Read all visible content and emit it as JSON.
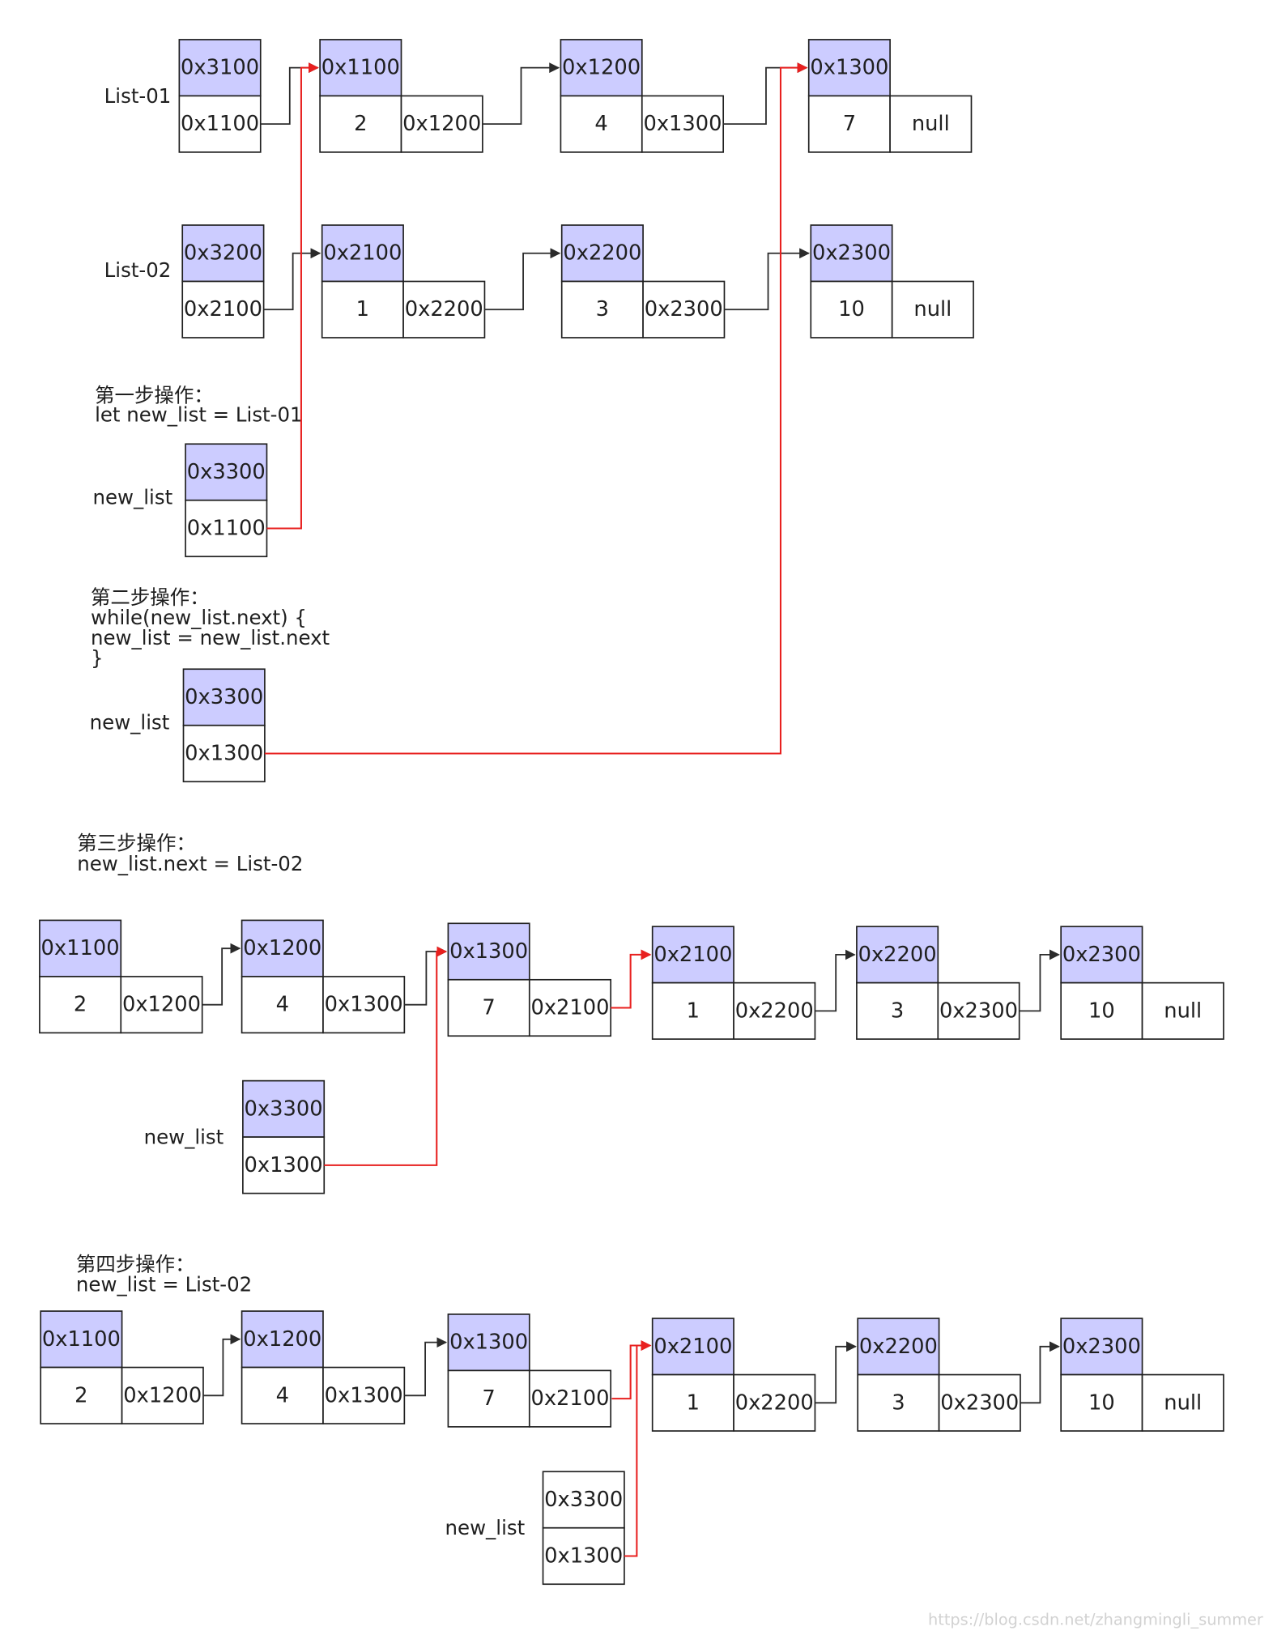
{
  "colors": {
    "header_fill": "#ccccff",
    "body_fill": "#ffffff",
    "stroke": "#1f1f1f",
    "red": "#e8201f",
    "black_link": "#2b2b2b"
  },
  "labels": {
    "list01": "List-01",
    "list02": "List-02",
    "new_list": "new_list"
  },
  "steps": {
    "step1": [
      "第一步操作：",
      "let new_list = List-01"
    ],
    "step2": [
      "第二步操作：",
      "while(new_list.next) {",
      "  new_list = new_list.next",
      "}"
    ],
    "step3": [
      "第三步操作：",
      "new_list.next = List-02"
    ],
    "step4": [
      "第四步操作：",
      "new_list = List-02"
    ]
  },
  "lists": {
    "list01_ptr": {
      "addr": "0x3100",
      "value": "0x1100"
    },
    "list01_nodes": [
      {
        "addr": "0x1100",
        "val": "2",
        "next": "0x1200"
      },
      {
        "addr": "0x1200",
        "val": "4",
        "next": "0x1300"
      },
      {
        "addr": "0x1300",
        "val": "7",
        "next": "null"
      }
    ],
    "list02_ptr": {
      "addr": "0x3200",
      "value": "0x2100"
    },
    "list02_nodes": [
      {
        "addr": "0x2100",
        "val": "1",
        "next": "0x2200"
      },
      {
        "addr": "0x2200",
        "val": "3",
        "next": "0x2300"
      },
      {
        "addr": "0x2300",
        "val": "10",
        "next": "null"
      }
    ],
    "step1_ptr": {
      "addr": "0x3300",
      "value": "0x1100"
    },
    "step2_ptr": {
      "addr": "0x3300",
      "value": "0x1300"
    },
    "step3_nodes": [
      {
        "addr": "0x1100",
        "val": "2",
        "next": "0x1200"
      },
      {
        "addr": "0x1200",
        "val": "4",
        "next": "0x1300"
      },
      {
        "addr": "0x1300",
        "val": "7",
        "next": "0x2100"
      },
      {
        "addr": "0x2100",
        "val": "1",
        "next": "0x2200"
      },
      {
        "addr": "0x2200",
        "val": "3",
        "next": "0x2300"
      },
      {
        "addr": "0x2300",
        "val": "10",
        "next": "null"
      }
    ],
    "step3_ptr": {
      "addr": "0x3300",
      "value": "0x1300"
    },
    "step4_nodes": [
      {
        "addr": "0x1100",
        "val": "2",
        "next": "0x1200"
      },
      {
        "addr": "0x1200",
        "val": "4",
        "next": "0x1300"
      },
      {
        "addr": "0x1300",
        "val": "7",
        "next": "0x2100"
      },
      {
        "addr": "0x2100",
        "val": "1",
        "next": "0x2200"
      },
      {
        "addr": "0x2200",
        "val": "3",
        "next": "0x2300"
      },
      {
        "addr": "0x2300",
        "val": "10",
        "next": "null"
      }
    ],
    "step4_ptr": {
      "addr": "0x3300",
      "value": "0x1300"
    }
  },
  "watermark": "https://blog.csdn.net/zhangmingli_summer"
}
